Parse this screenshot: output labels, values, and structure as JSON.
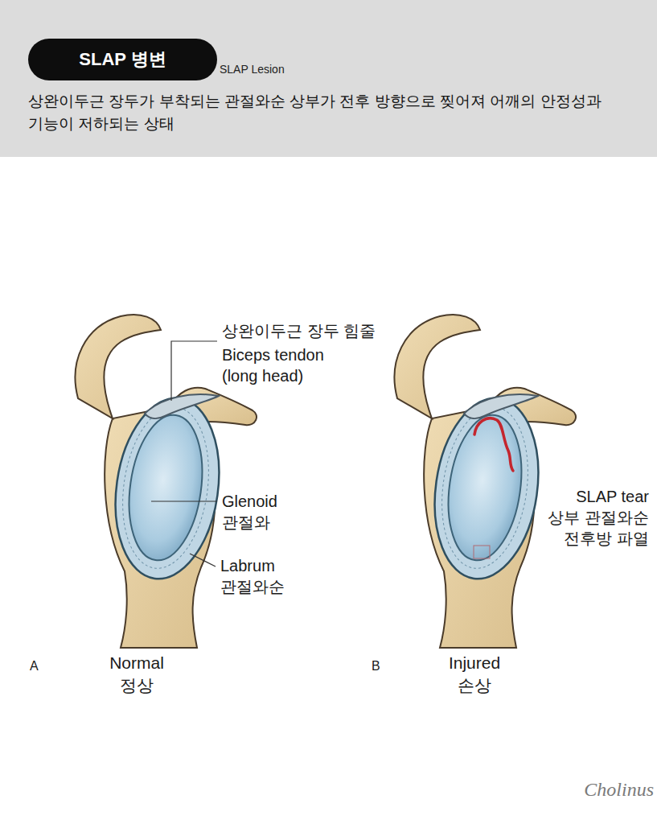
{
  "diagram": {
    "nodes": [
      {
        "text": [
          "SLAP Lesion",
          "상완이두근 장두가 부착되는 관절와순 상부가 전후 방향으로 찢어져 어깨의 안정성과 기능이 저하되는 상태"
        ]
      },
      {
        "text": [
          "SLAP 병변"
        ],
        "in": 0
      }
    ],
    "labels": [
      "상완이두근 장두 힘줄",
      "Biceps tendon (long head)",
      "Glenoid",
      "관절와",
      "Labrum",
      "관절와순",
      "SLAP tear",
      "상부 관절와순 전후방 파열",
      "A",
      "Normal",
      "정상",
      "B",
      "Injured",
      "손상",
      "Cholinus"
    ]
  }
}
